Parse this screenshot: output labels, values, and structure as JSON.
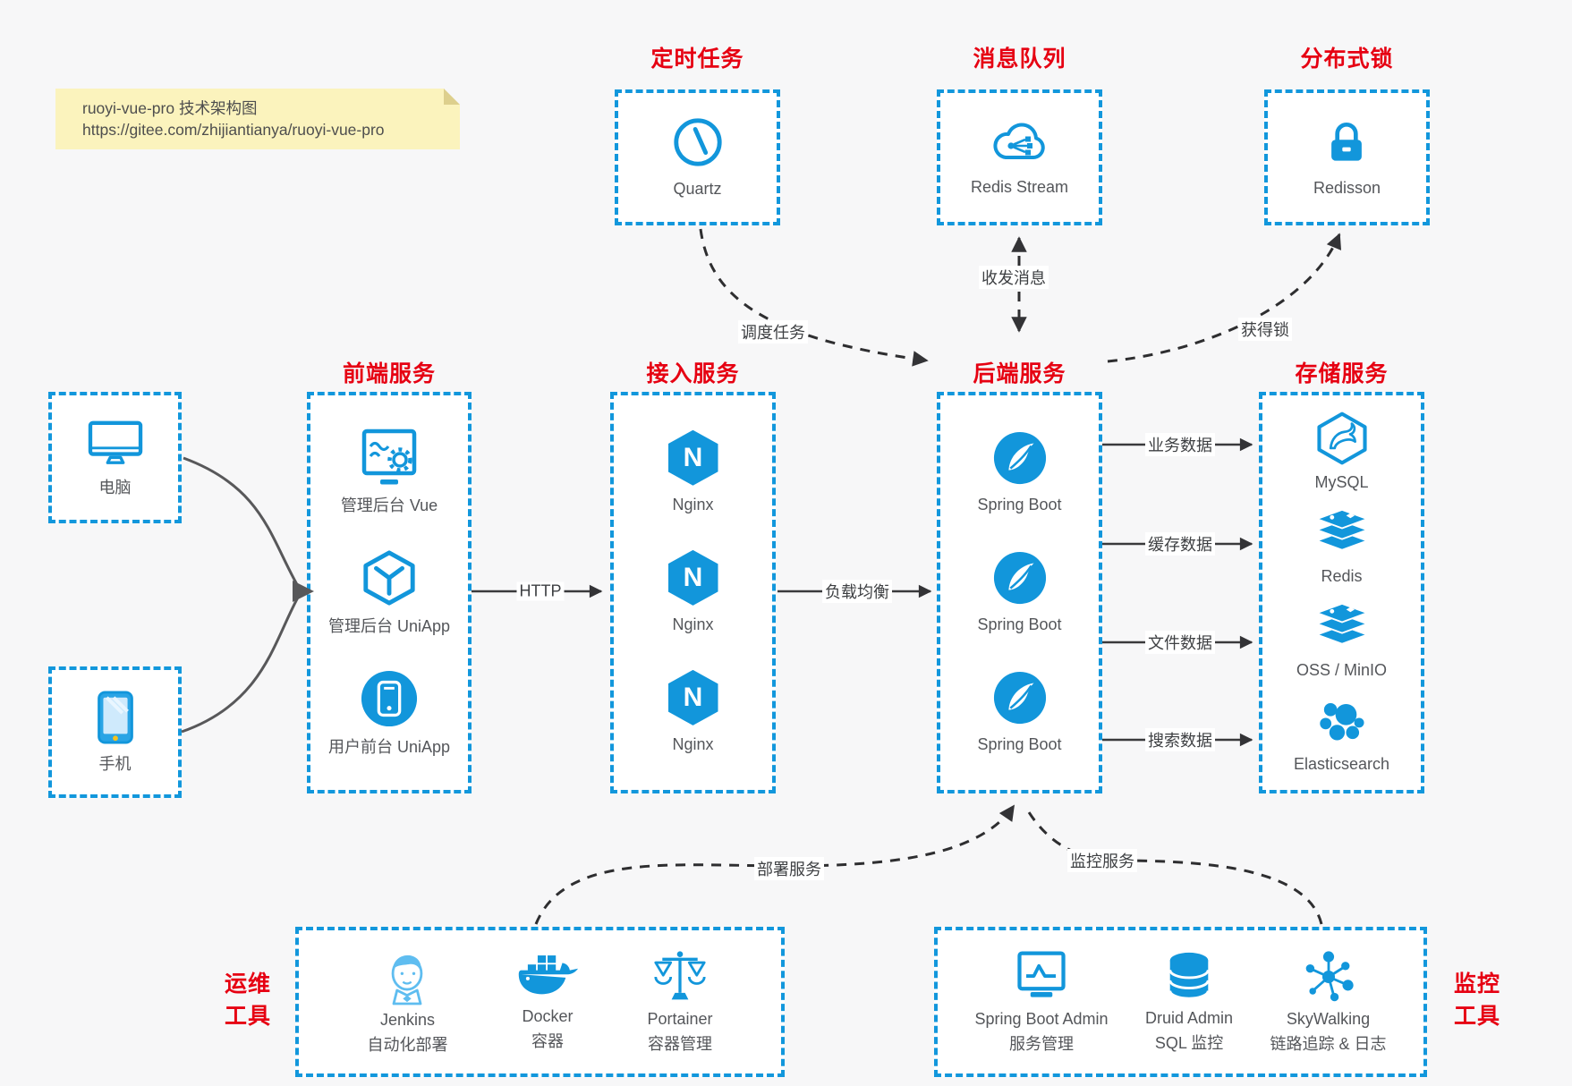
{
  "note": {
    "line1": "ruoyi-vue-pro 技术架构图",
    "line2": "https://gitee.com/zhijiantianya/ruoyi-vue-pro"
  },
  "colors": {
    "accent_blue": "#1296db",
    "title_red": "#e60012",
    "arrow_black": "#3a3a3c",
    "background": "#f7f7f8",
    "note_yellow": "#fbf3bd"
  },
  "top_groups": [
    {
      "title": "定时任务",
      "item": {
        "icon": "clock-icon",
        "label": "Quartz"
      }
    },
    {
      "title": "消息队列",
      "item": {
        "icon": "cloud-share-icon",
        "label": "Redis Stream"
      }
    },
    {
      "title": "分布式锁",
      "item": {
        "icon": "lock-icon",
        "label": "Redisson"
      }
    }
  ],
  "clients": [
    {
      "icon": "desktop-icon",
      "label": "电脑"
    },
    {
      "icon": "phone-icon",
      "label": "手机"
    }
  ],
  "columns": [
    {
      "title": "前端服务",
      "items": [
        {
          "icon": "admin-vue-icon",
          "label": "管理后台 Vue"
        },
        {
          "icon": "uniapp-cube-icon",
          "label": "管理后台 UniApp"
        },
        {
          "icon": "user-uniapp-icon",
          "label": "用户前台 UniApp"
        }
      ]
    },
    {
      "title": "接入服务",
      "items": [
        {
          "icon": "nginx-icon",
          "label": "Nginx"
        },
        {
          "icon": "nginx-icon",
          "label": "Nginx"
        },
        {
          "icon": "nginx-icon",
          "label": "Nginx"
        }
      ]
    },
    {
      "title": "后端服务",
      "items": [
        {
          "icon": "spring-boot-icon",
          "label": "Spring Boot"
        },
        {
          "icon": "spring-boot-icon",
          "label": "Spring Boot"
        },
        {
          "icon": "spring-boot-icon",
          "label": "Spring Boot"
        }
      ]
    },
    {
      "title": "存储服务",
      "items": [
        {
          "icon": "mysql-icon",
          "label": "MySQL"
        },
        {
          "icon": "redis-stack-icon",
          "label": "Redis"
        },
        {
          "icon": "oss-stack-icon",
          "label": "OSS / MinIO"
        },
        {
          "icon": "elasticsearch-icon",
          "label": "Elasticsearch"
        }
      ]
    }
  ],
  "bottom_groups": [
    {
      "side_label": [
        "运维",
        "工具"
      ],
      "items": [
        {
          "icon": "jenkins-icon",
          "name": "Jenkins",
          "desc": "自动化部署"
        },
        {
          "icon": "docker-icon",
          "name": "Docker",
          "desc": "容器"
        },
        {
          "icon": "portainer-icon",
          "name": "Portainer",
          "desc": "容器管理"
        }
      ]
    },
    {
      "side_label": [
        "监控",
        "工具"
      ],
      "items": [
        {
          "icon": "spring-boot-admin-icon",
          "name": "Spring Boot Admin",
          "desc": "服务管理"
        },
        {
          "icon": "druid-icon",
          "name": "Druid Admin",
          "desc": "SQL 监控"
        },
        {
          "icon": "skywalking-icon",
          "name": "SkyWalking",
          "desc": "链路追踪 & 日志"
        }
      ]
    }
  ],
  "edge_labels": {
    "http": "HTTP",
    "load_balance": "负载均衡",
    "business_data": "业务数据",
    "cache_data": "缓存数据",
    "file_data": "文件数据",
    "search_data": "搜索数据",
    "schedule_task": "调度任务",
    "send_receive_message": "收发消息",
    "acquire_lock": "获得锁",
    "deploy_service": "部署服务",
    "monitor_service": "监控服务"
  },
  "nginx_letter": "N"
}
